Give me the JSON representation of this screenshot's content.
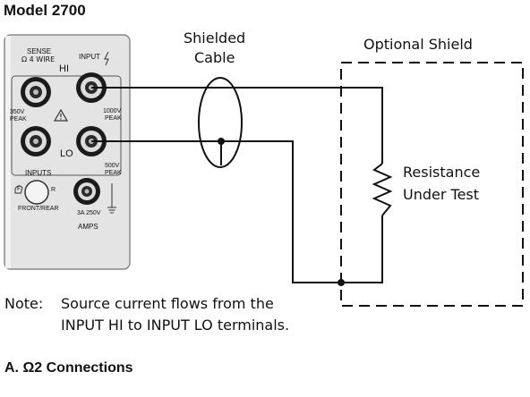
{
  "title": "Model 2700",
  "panel": {
    "sense_label_1": "SENSE",
    "sense_label_2": "Ω 4 WIRE",
    "input_label": "INPUT",
    "hi_label": "HI",
    "lo_label": "LO",
    "v350_1": "350V",
    "v350_2": "PEAK",
    "v1000_1": "1000V",
    "v1000_2": "PEAK",
    "v500_1": "500V",
    "v500_2": "PEAK",
    "inputs_label": "INPUTS",
    "f_label": "F",
    "r_label": "R",
    "front_rear": "FRONT/REAR",
    "amps_rating": "3A 250V",
    "amps_label": "AMPS"
  },
  "cable": {
    "line1": "Shielded",
    "line2": "Cable"
  },
  "shield": {
    "label": "Optional Shield"
  },
  "resistor": {
    "line1": "Resistance",
    "line2": "Under Test"
  },
  "note": {
    "prefix": "Note:",
    "line1": "Source current flows from the",
    "line2": "INPUT HI to INPUT LO terminals."
  },
  "caption": "A.  Ω2 Connections",
  "colors": {
    "line": "#111111",
    "panel_fill": "#e4e4e4",
    "panel_border": "#8a8a8a"
  }
}
